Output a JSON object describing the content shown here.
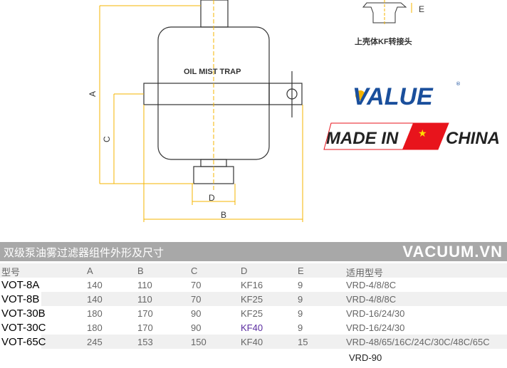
{
  "drawing": {
    "label": "OIL MIST TRAP",
    "dims": [
      "A",
      "B",
      "C",
      "D",
      "E"
    ],
    "adapter_caption": "上壳体KF转接头"
  },
  "logo": {
    "brand": "VALUE",
    "made_in": "MADE IN",
    "china": "CHINA"
  },
  "table": {
    "title": "双级泵油雾过滤器组件外形及尺寸",
    "brand": "VACUUM.VN",
    "headers": [
      "型号",
      "A",
      "B",
      "C",
      "D",
      "E",
      "适用型号"
    ],
    "rows": [
      [
        "VOT-8A",
        "140",
        "110",
        "70",
        "KF16",
        "9",
        "VRD-4/8/8C"
      ],
      [
        "VOT-8B",
        "140",
        "110",
        "70",
        "KF25",
        "9",
        "VRD-4/8/8C"
      ],
      [
        "VOT-30B",
        "180",
        "170",
        "90",
        "KF25",
        "9",
        "VRD-16/24/30"
      ],
      [
        "VOT-30C",
        "180",
        "170",
        "90",
        "KF40",
        "9",
        "VRD-16/24/30"
      ],
      [
        "VOT-65C",
        "245",
        "153",
        "150",
        "KF40",
        "15",
        "VRD-48/65/16C/24C/30C/48C/65C"
      ]
    ],
    "extra": "VRD-90"
  },
  "colors": {
    "dim": "#f5b400",
    "brand_blue": "#1a4f9c",
    "red": "#e8141c",
    "header": "#a8a8a8"
  }
}
